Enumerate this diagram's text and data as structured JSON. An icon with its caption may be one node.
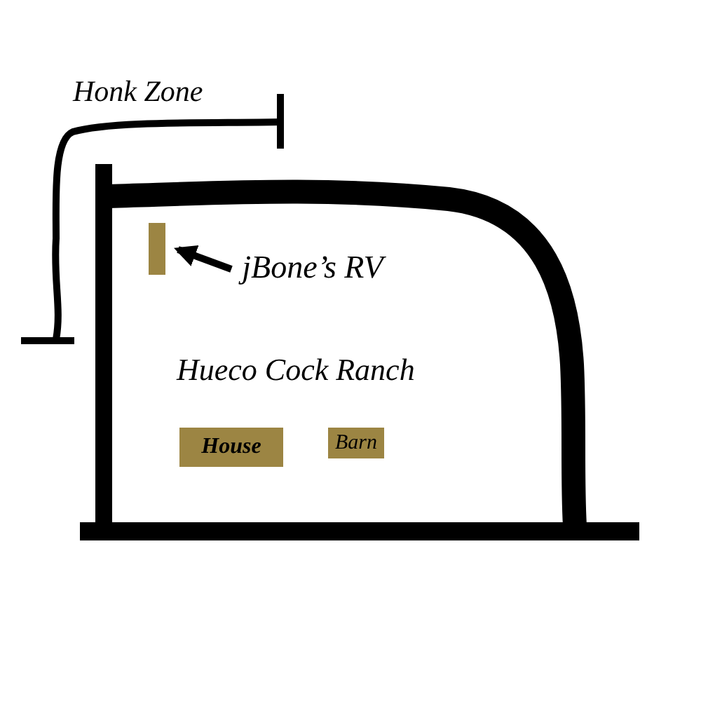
{
  "diagram": {
    "nodes": [
      {
        "text": [
          "jBone’s RV"
        ]
      },
      {
        "text": [],
        "shape": "box"
      },
      {
        "text": [
          "House"
        ]
      },
      {
        "text": [
          "Barn"
        ]
      }
    ],
    "edges": [
      {
        "from": 0,
        "to": 1,
        "arrow": "to"
      }
    ],
    "labels": [
      "Honk Zone",
      "Hueco Cock Ranch"
    ]
  }
}
